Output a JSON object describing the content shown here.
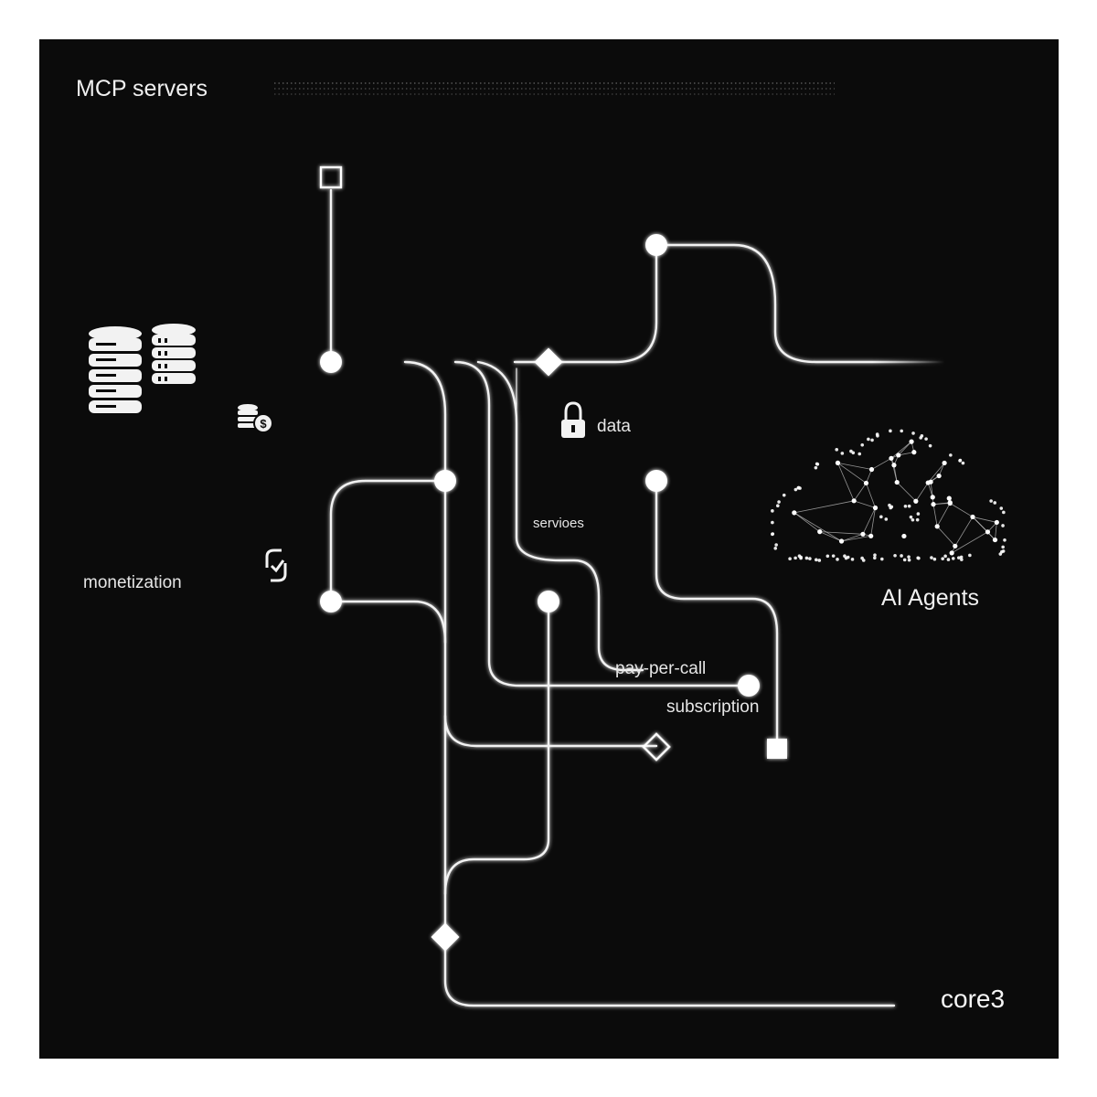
{
  "header": {
    "title": "MCP servers"
  },
  "labels": {
    "data": "data",
    "services": "servioes",
    "monetization": "monetization",
    "pay_per_call": "pay-per-call",
    "subscription": "subscription",
    "ai_agents": "AI Agents",
    "brand": "core3"
  },
  "colors": {
    "background": "#0b0b0b",
    "frame": "#ffffff",
    "line": "#f2f2f2",
    "text": "#e6e6e6"
  },
  "icons": [
    "database-stack-icon",
    "coins-dollar-icon",
    "lock-icon",
    "sync-check-icon",
    "cloud-network-icon"
  ]
}
